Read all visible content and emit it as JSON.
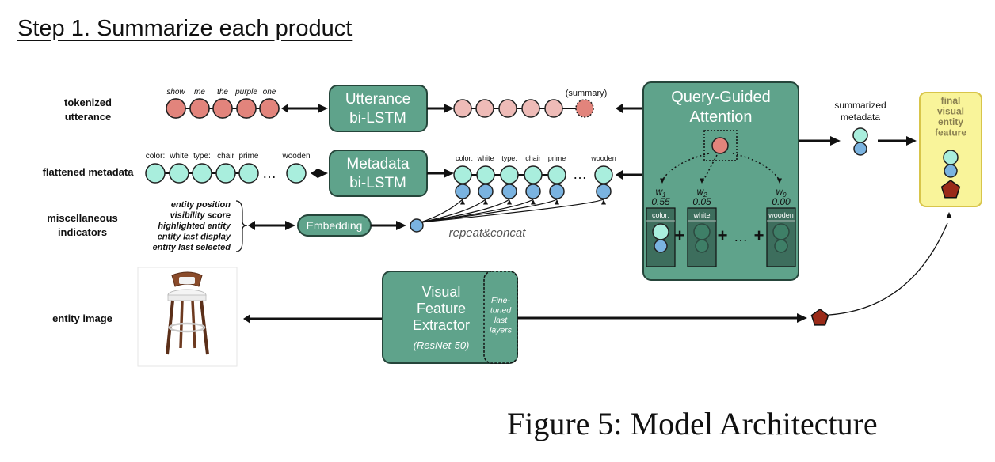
{
  "title": "Step 1. Summarize each product",
  "caption": "Figure 5: Model Architecture",
  "rows": {
    "tokenized": "tokenized\nutterance",
    "flattened": "flattened metadata",
    "misc": "miscellaneous\nindicators",
    "image": "entity image"
  },
  "utterance_words": [
    "show",
    "me",
    "the",
    "purple",
    "one"
  ],
  "metadata_words": [
    "color:",
    "white",
    "type:",
    "chair",
    "prime",
    "wooden"
  ],
  "metadata_words_out": [
    "color:",
    "white",
    "type:",
    "chair",
    "prime",
    "wooden"
  ],
  "indicators": [
    "entity position",
    "visibility score",
    "highlighted entity",
    "entity last display",
    "entity last selected"
  ],
  "ellipsis": "…",
  "blocks": {
    "utterance_lstm": "Utterance\nbi-LSTM",
    "metadata_lstm": "Metadata\nbi-LSTM",
    "embedding": "Embedding",
    "visual": "Visual\nFeature\nExtractor",
    "visual_sub": "(ResNet-50)",
    "finetuned": "Fine-\ntuned\nlast\nlayers",
    "attention": "Query-Guided\nAttention",
    "final": "final\nvisual\nentity\nfeature"
  },
  "labels": {
    "summary": "(summary)",
    "repeat_concat": "repeat&concat",
    "summarized_metadata": "summarized\nmetadata"
  },
  "attention_weights": [
    {
      "name": "w1",
      "symbol": "w",
      "sub": "1",
      "value": "0.55",
      "label": "color:"
    },
    {
      "name": "w2",
      "symbol": "w",
      "sub": "2",
      "value": "0.05",
      "label": "white"
    },
    {
      "name": "w9",
      "symbol": "w",
      "sub": "9",
      "value": "0.00",
      "label": "wooden"
    }
  ],
  "attention_ops": {
    "plus": "+",
    "dots": "…"
  },
  "colors": {
    "block": "#5fa38b",
    "block_dark": "#3e7f67",
    "block_border": "#25453a",
    "token_utterance": "#e2847c",
    "token_utterance_light": "#eebbb7",
    "token_metadata": "#a9eedd",
    "misc": "#7ab3e0",
    "final_bg": "#f9f49a",
    "final_border": "#d8c54a",
    "pentagon": "#9a2a18"
  }
}
